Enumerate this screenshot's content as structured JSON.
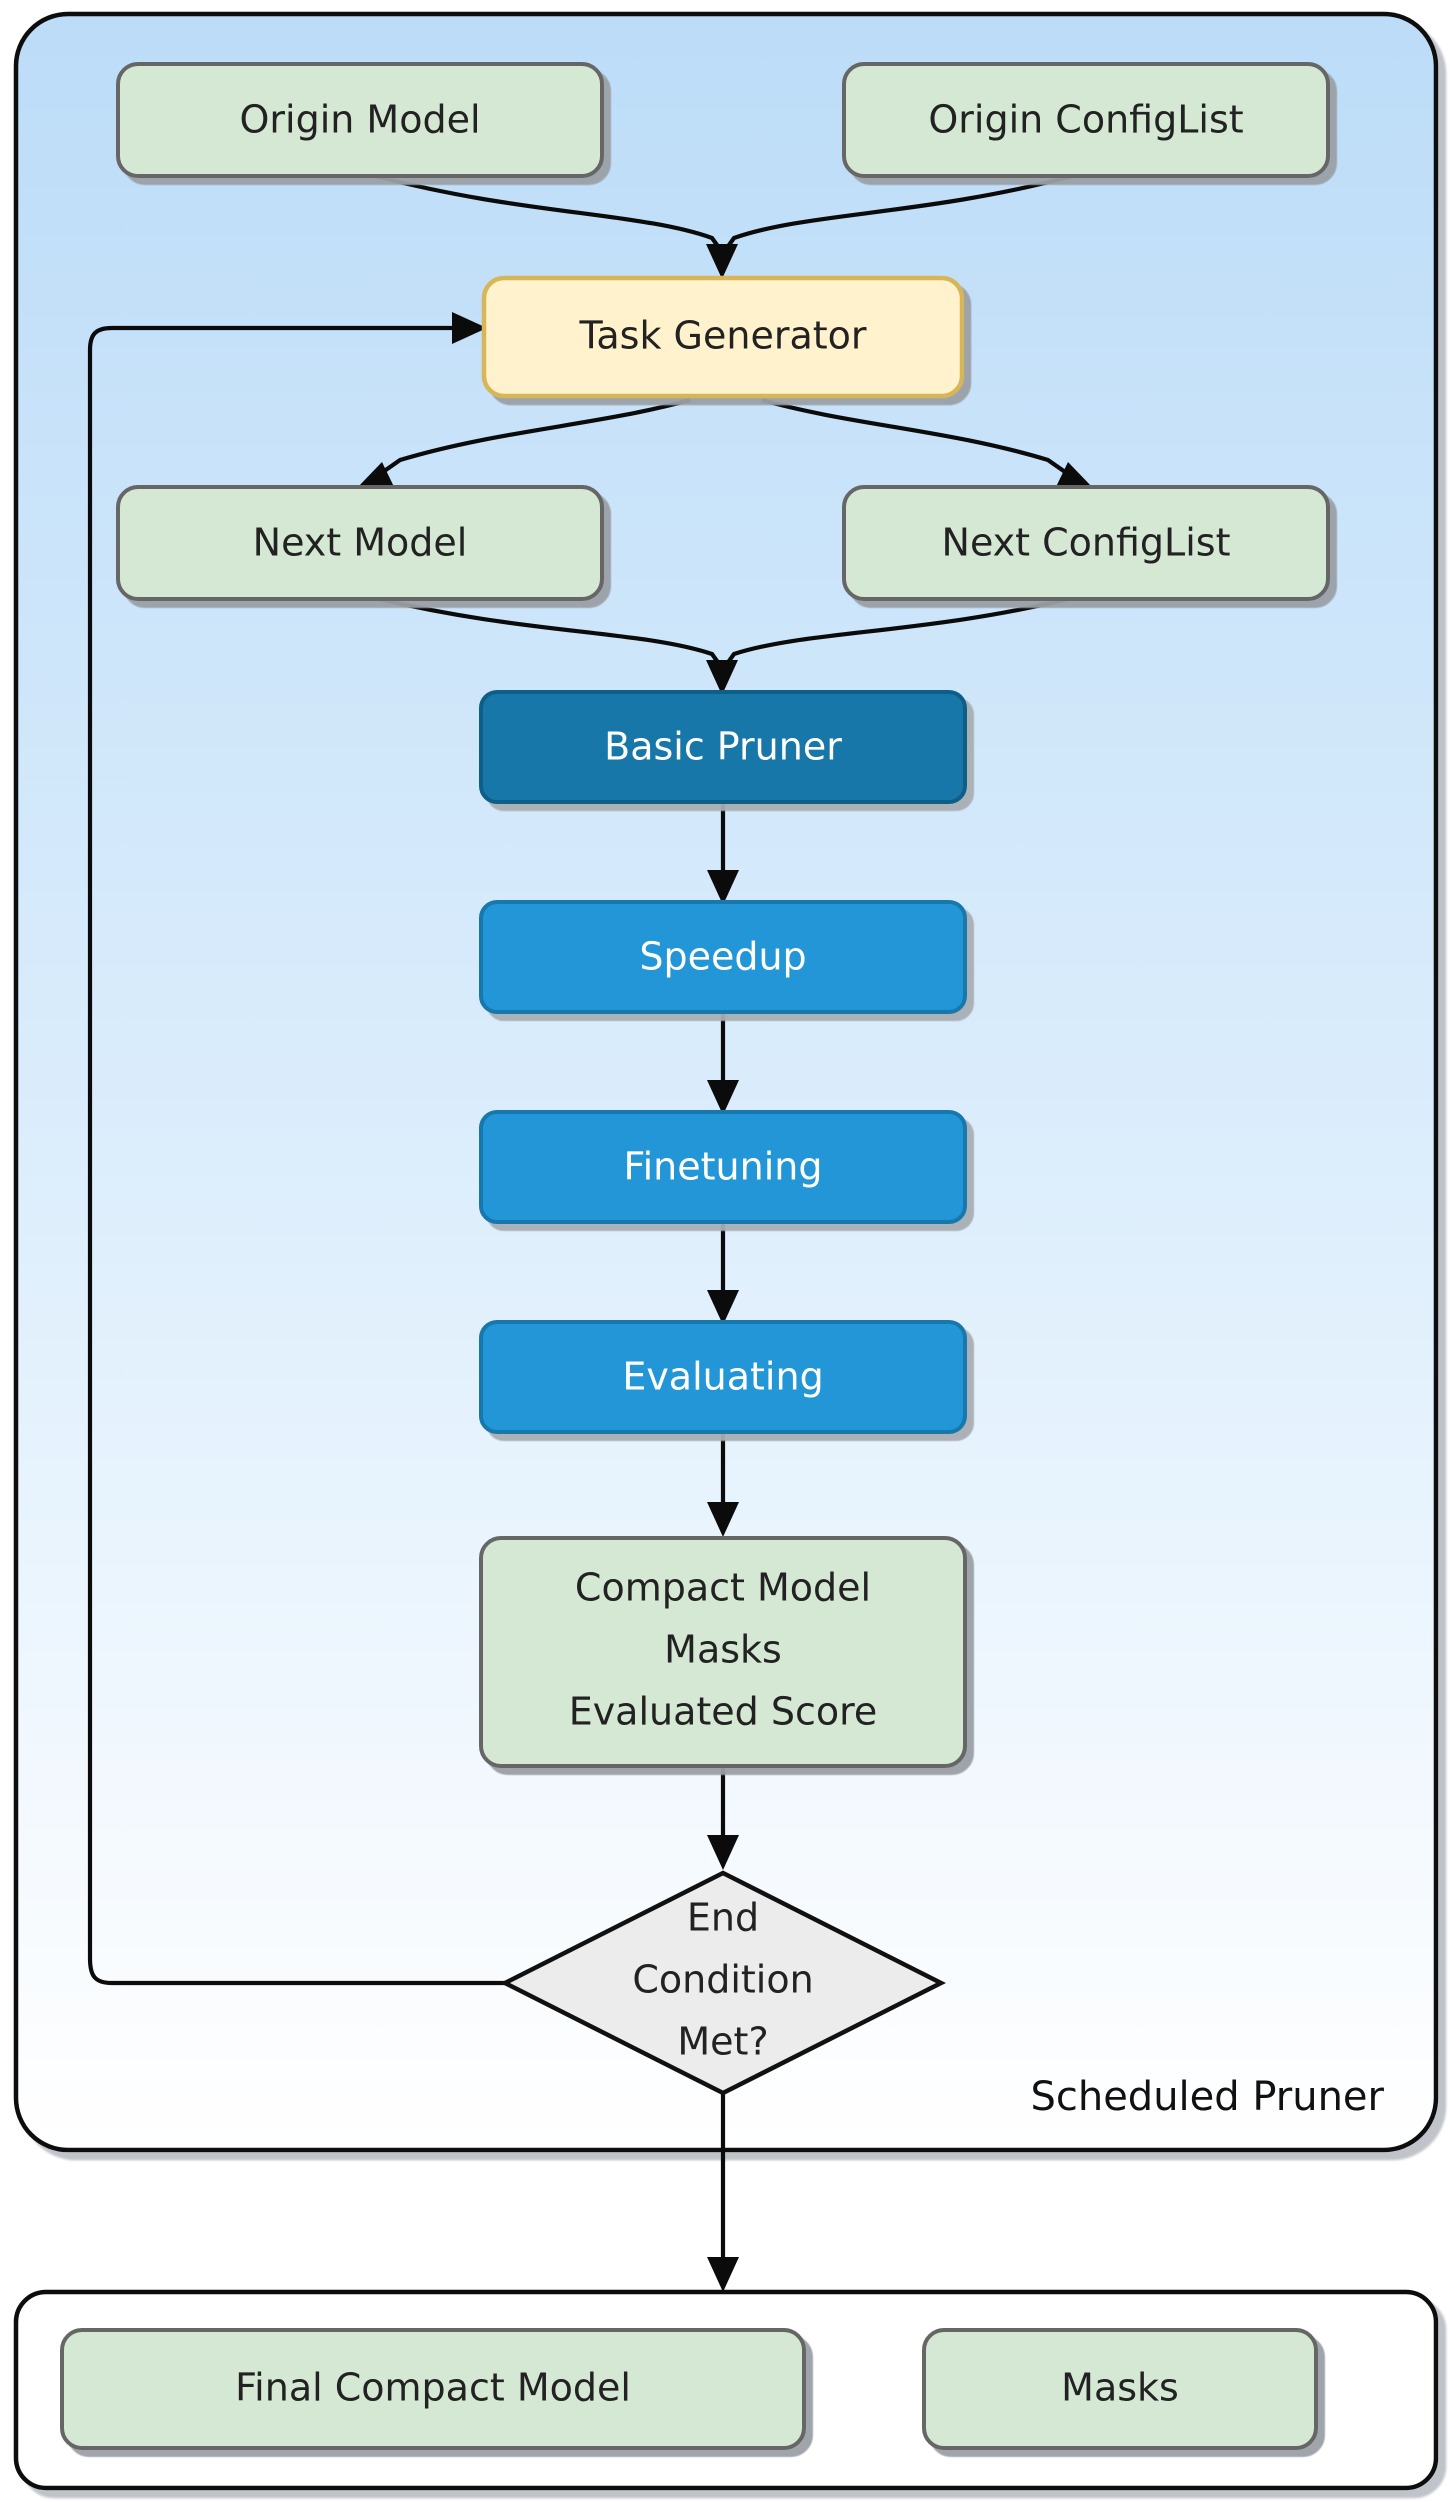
{
  "diagram": {
    "type": "flowchart",
    "title": "Scheduled Pruner pipeline",
    "clusters": [
      {
        "id": "scheduled-pruner",
        "label": "Scheduled Pruner"
      },
      {
        "id": "outputs",
        "label": ""
      }
    ],
    "nodes": [
      {
        "id": "origin-model",
        "label": "Origin Model",
        "shape": "rounded-rect",
        "style": "green"
      },
      {
        "id": "origin-configlist",
        "label": "Origin ConfigList",
        "shape": "rounded-rect",
        "style": "green"
      },
      {
        "id": "task-generator",
        "label": "Task Generator",
        "shape": "rounded-rect",
        "style": "yellow"
      },
      {
        "id": "next-model",
        "label": "Next Model",
        "shape": "rounded-rect",
        "style": "green"
      },
      {
        "id": "next-configlist",
        "label": "Next ConfigList",
        "shape": "rounded-rect",
        "style": "green"
      },
      {
        "id": "basic-pruner",
        "label": "Basic Pruner",
        "shape": "rounded-rect",
        "style": "blue-dark"
      },
      {
        "id": "speedup",
        "label": "Speedup",
        "shape": "rounded-rect",
        "style": "blue"
      },
      {
        "id": "finetuning",
        "label": "Finetuning",
        "shape": "rounded-rect",
        "style": "blue"
      },
      {
        "id": "evaluating",
        "label": "Evaluating",
        "shape": "rounded-rect",
        "style": "blue"
      },
      {
        "id": "results",
        "label": "Compact Model\nMasks\nEvaluated Score",
        "lines": [
          "Compact Model",
          "Masks",
          "Evaluated Score"
        ],
        "shape": "rounded-rect",
        "style": "green"
      },
      {
        "id": "end-condition",
        "label": "End\nCondition\nMet?",
        "lines": [
          "End",
          "Condition",
          "Met?"
        ],
        "shape": "diamond",
        "style": "gray"
      },
      {
        "id": "final-compact-model",
        "label": "Final Compact Model",
        "shape": "rounded-rect",
        "style": "green"
      },
      {
        "id": "masks",
        "label": "Masks",
        "shape": "rounded-rect",
        "style": "green"
      }
    ],
    "edges": [
      {
        "from": "origin-model",
        "to": "task-generator"
      },
      {
        "from": "origin-configlist",
        "to": "task-generator"
      },
      {
        "from": "task-generator",
        "to": "next-model"
      },
      {
        "from": "task-generator",
        "to": "next-configlist"
      },
      {
        "from": "next-model",
        "to": "basic-pruner"
      },
      {
        "from": "next-configlist",
        "to": "basic-pruner"
      },
      {
        "from": "basic-pruner",
        "to": "speedup"
      },
      {
        "from": "speedup",
        "to": "finetuning"
      },
      {
        "from": "finetuning",
        "to": "evaluating"
      },
      {
        "from": "evaluating",
        "to": "results"
      },
      {
        "from": "results",
        "to": "end-condition"
      },
      {
        "from": "end-condition",
        "to": "task-generator",
        "kind": "feedback-loop"
      },
      {
        "from": "end-condition",
        "to": "final-compact-model"
      }
    ]
  },
  "colors": {
    "green_fill": "#D5E8D4",
    "green_stroke": "#666666",
    "yellow_fill": "#FFF2CC",
    "yellow_stroke": "#D6B656",
    "blue_dark_fill": "#1477A8",
    "blue_dark_stroke": "#0E5E87",
    "blue_fill": "#2196D6",
    "blue_stroke": "#1478AC",
    "gray_fill": "#ECECEC",
    "gray_stroke": "#111111",
    "cluster_top": "#BCDCF8",
    "cluster_bottom": "#FFFFFF",
    "edge": "#0B0B0B",
    "text_dark": "#222222",
    "text_light": "#FFFFFF"
  },
  "labels": {
    "origin_model": "Origin Model",
    "origin_configlist": "Origin ConfigList",
    "task_generator": "Task Generator",
    "next_model": "Next Model",
    "next_configlist": "Next ConfigList",
    "basic_pruner": "Basic Pruner",
    "speedup": "Speedup",
    "finetuning": "Finetuning",
    "evaluating": "Evaluating",
    "results_line1": "Compact Model",
    "results_line2": "Masks",
    "results_line3": "Evaluated Score",
    "end_line1": "End",
    "end_line2": "Condition",
    "end_line3": "Met?",
    "scheduled_pruner": "Scheduled Pruner",
    "final_compact_model": "Final Compact Model",
    "masks": "Masks"
  }
}
